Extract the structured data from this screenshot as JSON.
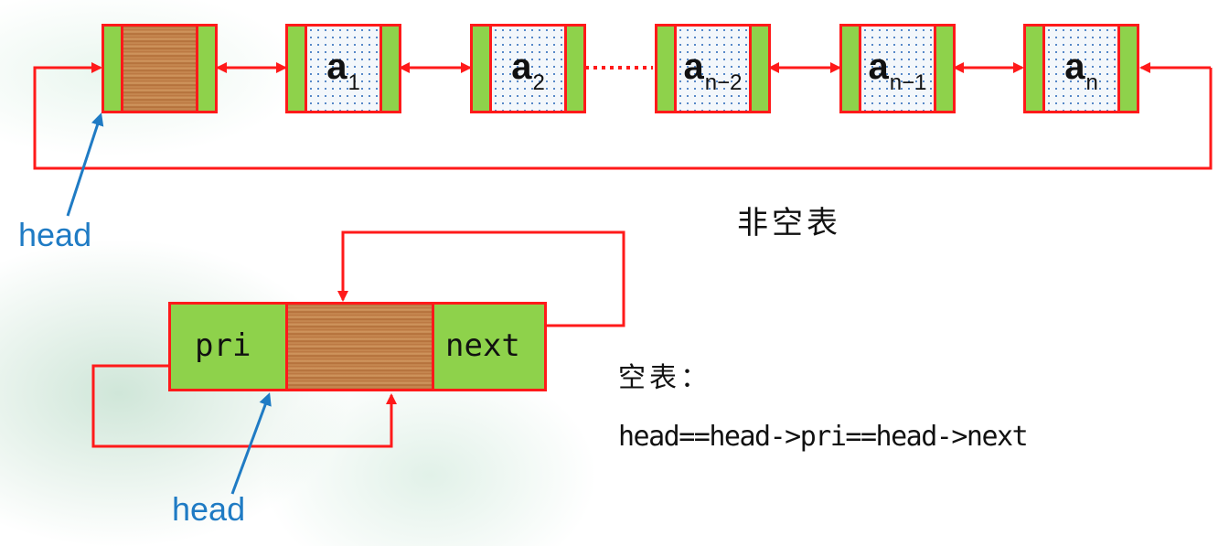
{
  "list": {
    "nodes": [
      {
        "id": "head",
        "label": "",
        "sub": ""
      },
      {
        "id": "a1",
        "label": "a",
        "sub": "1"
      },
      {
        "id": "a2",
        "label": "a",
        "sub": "2"
      },
      {
        "id": "an-2",
        "label": "a",
        "sub": "n−2"
      },
      {
        "id": "an-1",
        "label": "a",
        "sub": "n−1"
      },
      {
        "id": "an",
        "label": "a",
        "sub": "n"
      }
    ]
  },
  "labels": {
    "head_top": "head",
    "head_bottom": "head",
    "nonempty_caption": "非空表",
    "empty_caption": "空表：",
    "empty_condition": "head==head->pri==head->next"
  },
  "empty_node": {
    "pri": "pri",
    "next": "next"
  },
  "colors": {
    "line": "#ff1a1a",
    "node_cap": "#8ed24b",
    "pointer_arrow": "#1f7bc4"
  }
}
